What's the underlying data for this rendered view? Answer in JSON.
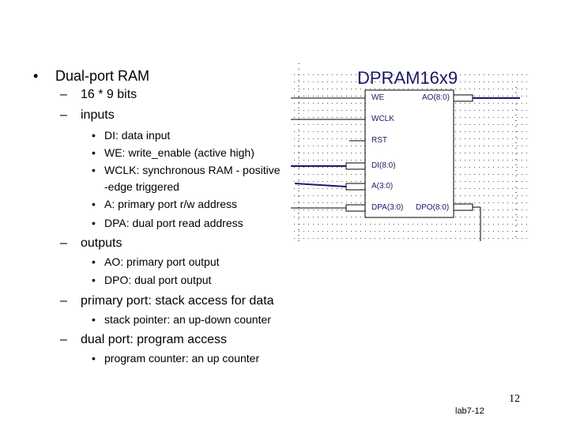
{
  "slide": {
    "bullets": {
      "dual_port_ram": "Dual-port RAM",
      "size": "16 * 9 bits",
      "inputs": "inputs",
      "di": "DI: data input",
      "we": "WE: write_enable (active high)",
      "wclk_1": "WCLK: synchronous RAM - positive",
      "wclk_2": "-edge triggered",
      "a": "A: primary port r/w address",
      "dpa": "DPA: dual port read address",
      "outputs": "outputs",
      "ao": "AO: primary port output",
      "dpo": "DPO: dual port output",
      "primary_port": "primary port: stack access for data",
      "stack_pointer": "stack pointer: an up-down counter",
      "dual_port": "dual port: program access",
      "program_counter": "program counter: an up counter"
    },
    "symbols": {
      "bullet": "•",
      "dash": "–"
    }
  },
  "diagram": {
    "title": "DPRAM16x9",
    "pins_left": {
      "we": "WE",
      "wclk": "WCLK",
      "rst": "RST",
      "di": "DI(8:0)",
      "a": "A(3:0)",
      "dpa": "DPA(3:0)"
    },
    "pins_right": {
      "ao": "AO(8:0)",
      "dpo": "DPO(8:0)"
    },
    "colors": {
      "pin_text": "#1a1a66",
      "bus_wire": "#1a1a66",
      "thin_wire": "#000000",
      "grid_dot": "#555555"
    }
  },
  "footer": {
    "page_number": "12",
    "slide_label": "lab7-12"
  }
}
